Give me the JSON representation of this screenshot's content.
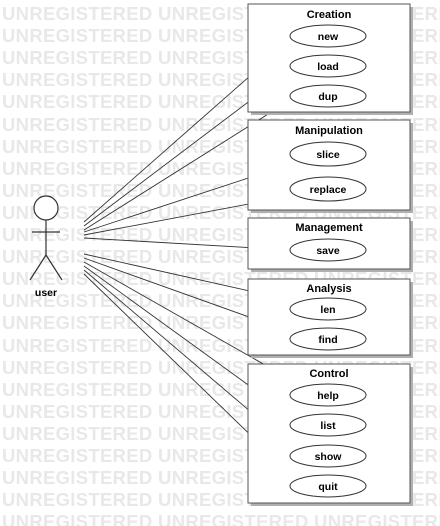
{
  "watermark": {
    "text": "UNREGISTERED UNREGISTERED UNREGISTERED UNREGISTERED",
    "color": "#e8e8e8"
  },
  "actor": {
    "name": "user"
  },
  "packages": {
    "creation": {
      "title": "Creation",
      "use_cases": [
        "new",
        "load",
        "dup"
      ]
    },
    "manipulation": {
      "title": "Manipulation",
      "use_cases": [
        "slice",
        "replace"
      ]
    },
    "management": {
      "title": "Management",
      "use_cases": [
        "save"
      ]
    },
    "analysis": {
      "title": "Analysis",
      "use_cases": [
        "len",
        "find"
      ]
    },
    "control": {
      "title": "Control",
      "use_cases": [
        "help",
        "list",
        "show",
        "quit"
      ]
    }
  },
  "colors": {
    "line": "#333333",
    "box": "#555555",
    "shadow": "#b0b0b0"
  }
}
